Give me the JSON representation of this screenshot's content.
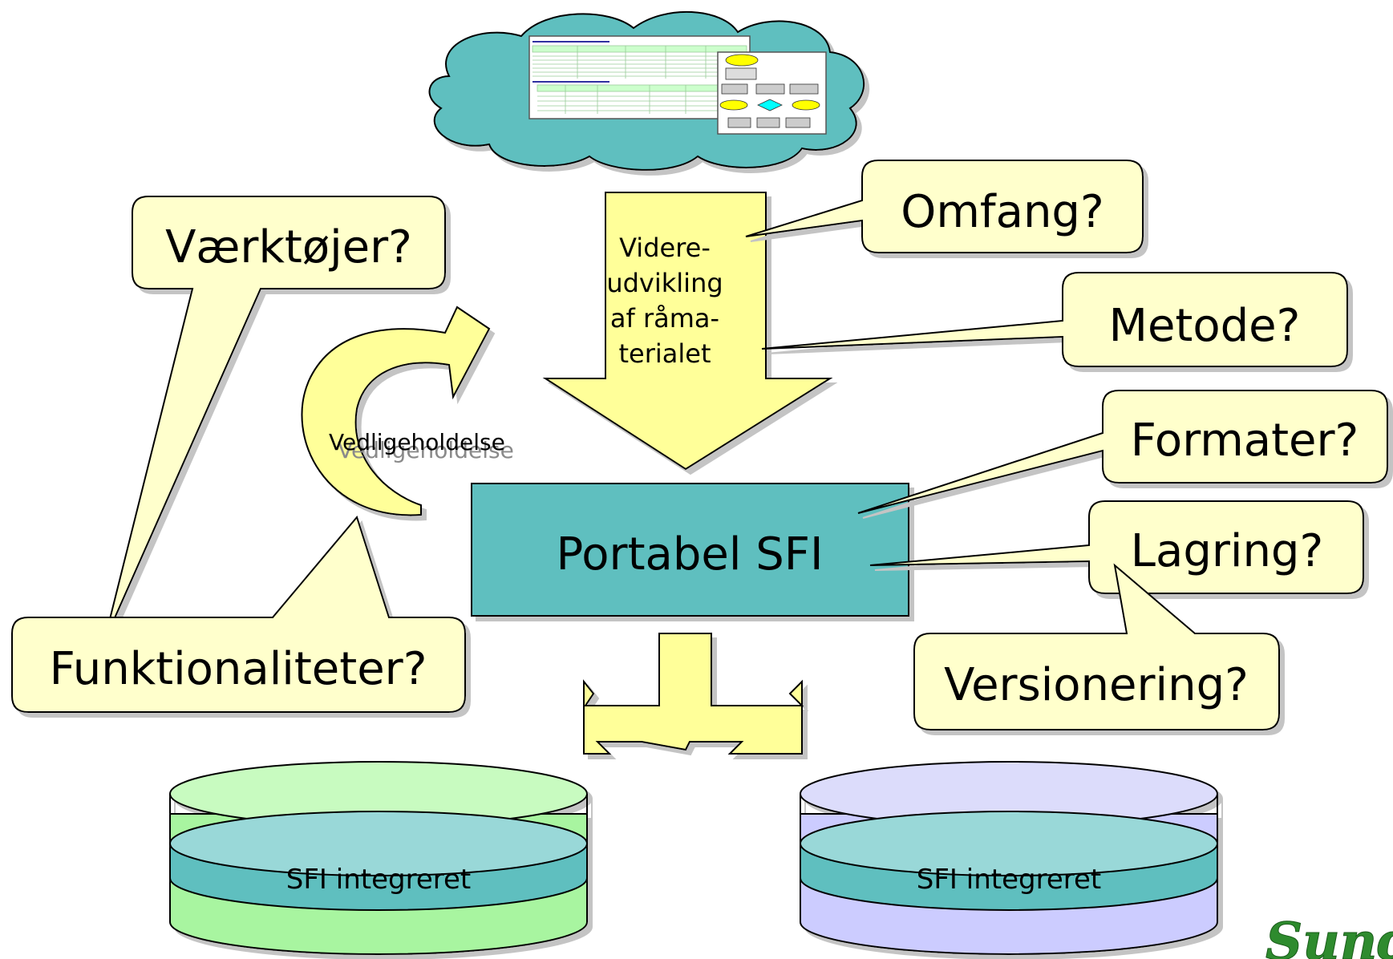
{
  "callouts": {
    "omfang": "Omfang?",
    "metode": "Metode?",
    "formater": "Formater?",
    "lagring": "Lagring?",
    "versionering": "Versionering?",
    "vaerktoejer": "Værktøjer?",
    "funktionaliteter": "Funktionaliteter?"
  },
  "arrow_down": {
    "line1": "Videre-",
    "line2": "udvikling",
    "line3": "af råma-",
    "line4": "terialet"
  },
  "cycle_arrow": {
    "label": "Vedligeholdelse"
  },
  "central_box": {
    "label": "Portabel SFI"
  },
  "databases": {
    "left": {
      "label": "SFI integreret"
    },
    "right": {
      "label": "SFI integreret"
    }
  },
  "logo": {
    "text": "Sund"
  },
  "colors": {
    "callout_fill": "#ffffcc",
    "arrow_fill": "#ffff99",
    "teal": "#5fbfbf",
    "cloud": "#5fbfbf",
    "db_green": "#a8f5a0",
    "db_purple": "#ccccff",
    "logo_green": "#2e8b2e"
  }
}
